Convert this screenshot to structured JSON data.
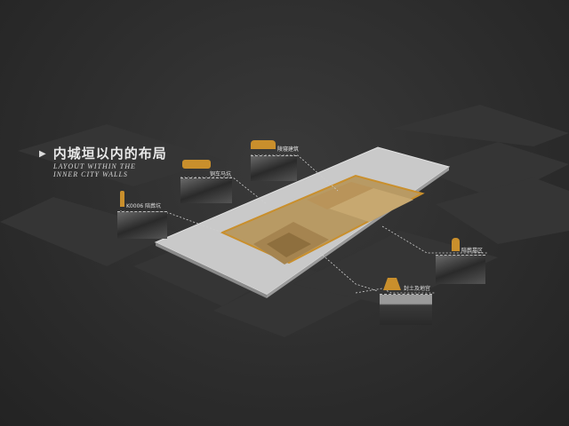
{
  "title": {
    "zh": "内城垣以内的布局",
    "en": "LAYOUT WITHIN THE INNER CITY WALLS"
  },
  "markers": [
    {
      "id": "k0006",
      "label": "K0006 陪葬坑",
      "icon": "terracotta-figure-icon"
    },
    {
      "id": "bronze-chariot",
      "label": "铜车马坑",
      "icon": "chariot-icon"
    },
    {
      "id": "tomb-buildings",
      "label": "陵寝建筑",
      "icon": "building-icon"
    },
    {
      "id": "mound",
      "label": "封土及地宫",
      "icon": "mound-icon"
    },
    {
      "id": "burial-area",
      "label": "陪葬墓区",
      "icon": "tomb-icon"
    }
  ],
  "colors": {
    "accent": "#c98f2c",
    "platform": "#cfcfcf",
    "background": "#2e2e2e"
  }
}
